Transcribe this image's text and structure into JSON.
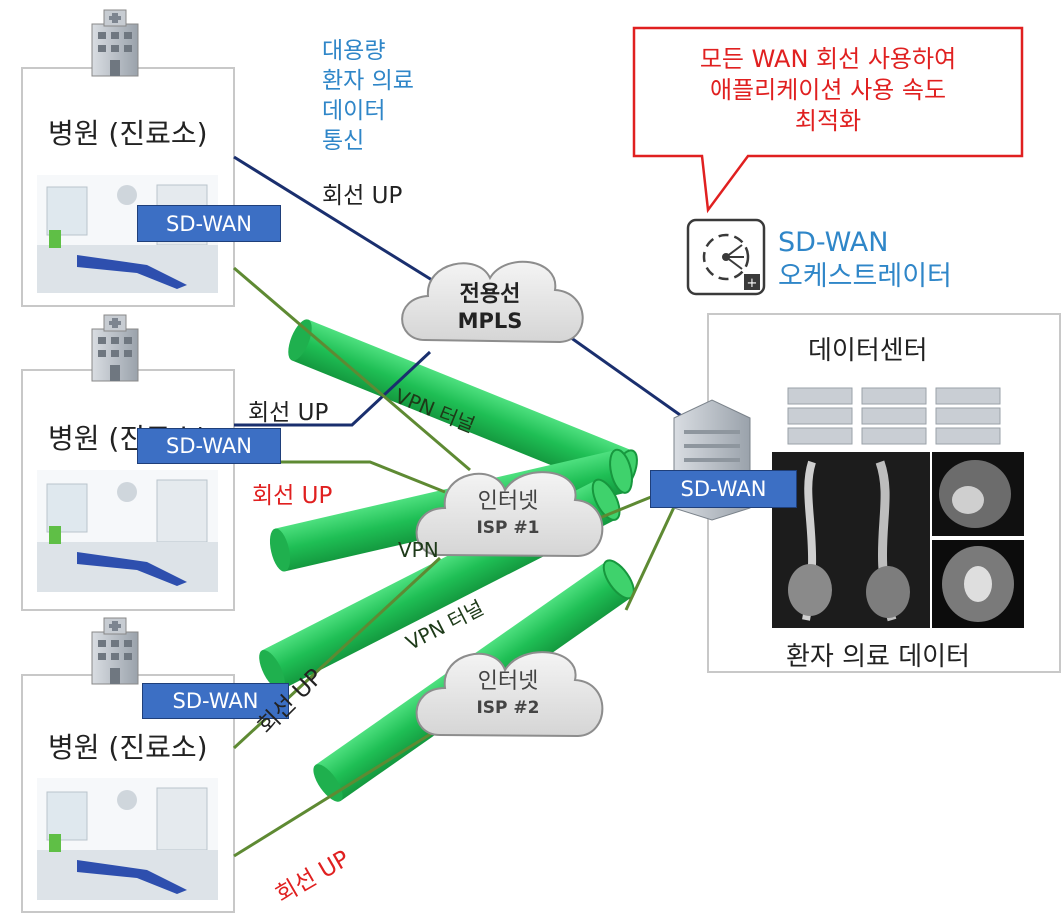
{
  "hospitals": [
    {
      "title": "병원 (진료소)",
      "device": "SD-WAN"
    },
    {
      "title": "병원 (진료소)",
      "device": "SD-WAN"
    },
    {
      "title": "병원 (진료소)",
      "device": "SD-WAN"
    }
  ],
  "annotation": {
    "lines": [
      "대용량",
      "환자 의료",
      "데이터",
      "통신"
    ]
  },
  "links": {
    "mpls_up": "회선 UP",
    "h2_mpls_up": "회선 UP",
    "h2_inet_up": "회선 UP",
    "h3_inet_up": "회선 UP",
    "h3_isp2_up": "회선 UP"
  },
  "clouds": {
    "mpls": {
      "line1": "전용선",
      "line2": "MPLS"
    },
    "isp1": {
      "line1": "인터넷",
      "line2": "ISP #1"
    },
    "isp2": {
      "line1": "인터넷",
      "line2": "ISP #2"
    }
  },
  "tunnels": {
    "upper": "VPN 터널",
    "middle": "VPN",
    "lower": "VPN 터널"
  },
  "callout": {
    "lines": [
      "모든 WAN 회선 사용하여",
      "애플리케이션 사용 속도",
      "최적화"
    ]
  },
  "orchestrator": {
    "line1": "SD-WAN",
    "line2": "오케스트레이터"
  },
  "datacenter": {
    "title": "데이터센터",
    "device": "SD-WAN",
    "caption": "환자 의료 데이터"
  },
  "colors": {
    "mpls_line": "#1a2f6e",
    "internet_line": "#5e8a33",
    "tunnel": "#22c55e",
    "alert": "#e02020",
    "accent": "#2f86c8",
    "device": "#3c6fc4"
  }
}
